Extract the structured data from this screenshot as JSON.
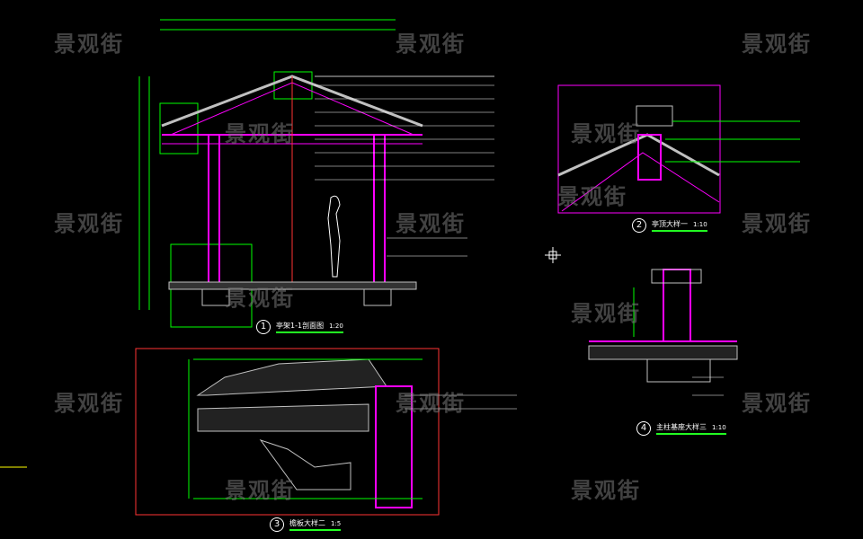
{
  "watermark": "景观街",
  "views": [
    {
      "number": "1",
      "title": "亭架1-1剖面图",
      "scale": "1:20"
    },
    {
      "number": "2",
      "title": "亭顶大样一",
      "scale": "1:10"
    },
    {
      "number": "3",
      "title": "檐板大样二",
      "scale": "1:5"
    },
    {
      "number": "4",
      "title": "主柱基座大样三",
      "scale": "1:10"
    }
  ],
  "colors": {
    "background": "#000000",
    "magenta": "#ff00ff",
    "green": "#00ff00",
    "grey": "#c0c0c0",
    "red": "#ff3030"
  }
}
